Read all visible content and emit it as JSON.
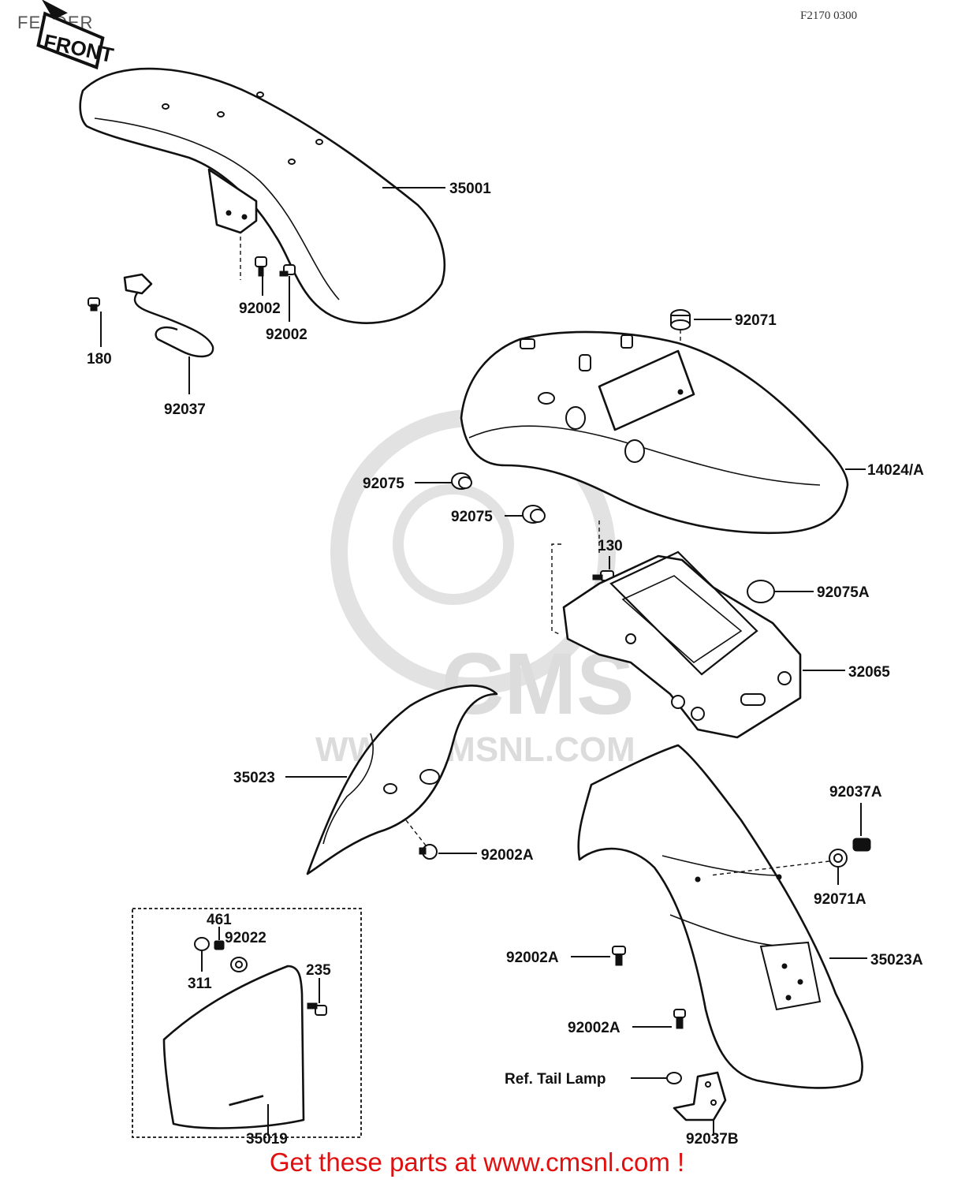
{
  "header": {
    "title": "FENDER",
    "diagram_code": "F2170 0300"
  },
  "front_tag": "FRONT",
  "watermark": {
    "brand": "CMS",
    "url": "WWW.CMSNL.COM"
  },
  "part_labels": {
    "p35001": "35001",
    "p92002_a": "92002",
    "p92002_b": "92002",
    "p180": "180",
    "p92037": "92037",
    "p92071": "92071",
    "p14024A": "14024/A",
    "p92075_a": "92075",
    "p92075_b": "92075",
    "p130": "130",
    "p92075A": "92075A",
    "p32065": "32065",
    "p35023": "35023",
    "p92002A_a": "92002A",
    "p92037A": "92037A",
    "p92071A": "92071A",
    "p461": "461",
    "p92022": "92022",
    "p311": "311",
    "p235": "235",
    "p92002A_b": "92002A",
    "p35023A": "35023A",
    "p92002A_c": "92002A",
    "ref_tail_lamp": "Ref. Tail Lamp",
    "p35019": "35019",
    "p92037B": "92037B"
  },
  "footer": {
    "text": "Get these parts at www.cmsnl.com !",
    "color": "#e01010"
  }
}
